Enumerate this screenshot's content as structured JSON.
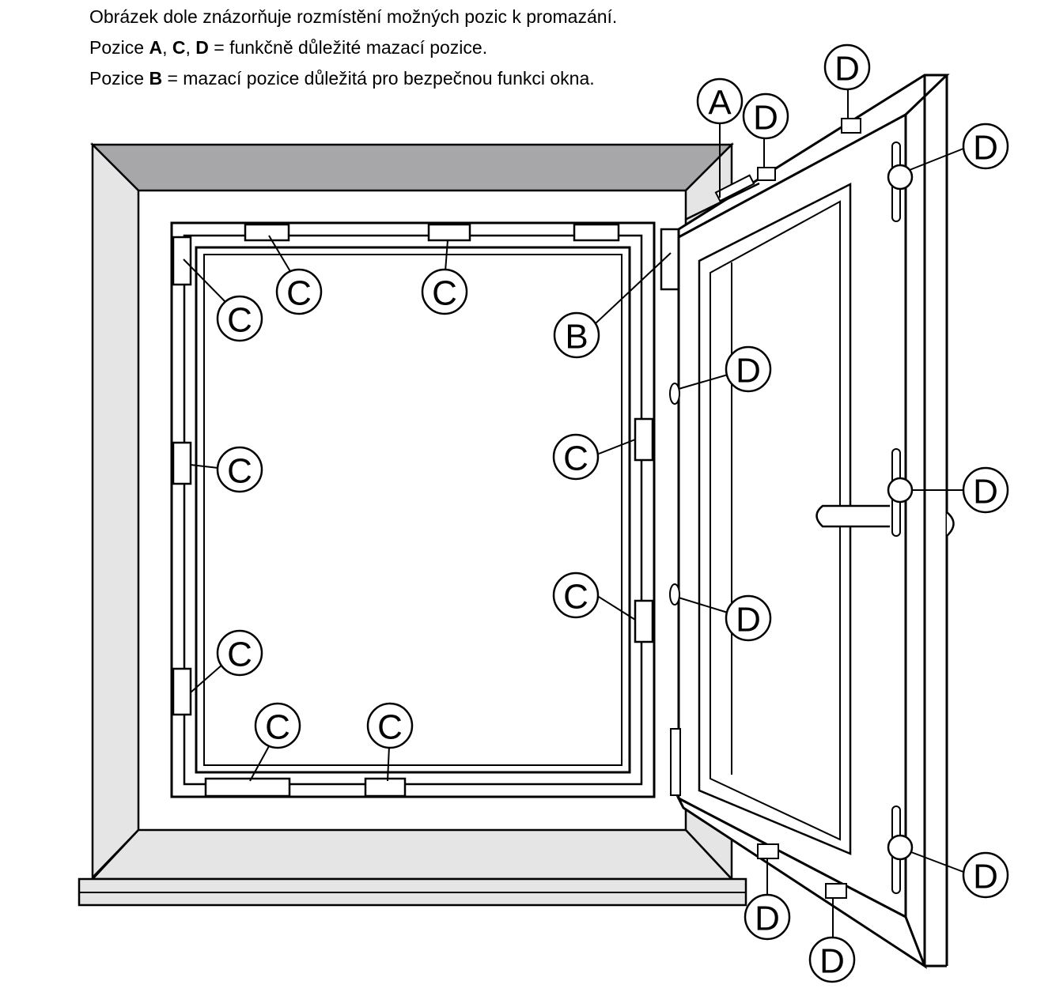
{
  "intro": {
    "line1": "Obrázek dole znázorňuje rozmístění možných pozic k promazání.",
    "line2": {
      "prefix": "Pozice ",
      "a": "A",
      "sep1": ", ",
      "c": "C",
      "sep2": ", ",
      "d": "D",
      "suffix": " = funkčně důležité mazací pozice."
    },
    "line3": {
      "prefix": "Pozice ",
      "b": "B",
      "suffix": " = mazací pozice důležitá pro bezpečnou funkci okna."
    }
  },
  "labels": {
    "a": "A",
    "b": "B",
    "c": "C",
    "d": "D"
  },
  "colors": {
    "reveal_light": "#e5e5e5",
    "reveal_dark": "#a7a7a9",
    "line": "#000000",
    "background": "#ffffff"
  }
}
